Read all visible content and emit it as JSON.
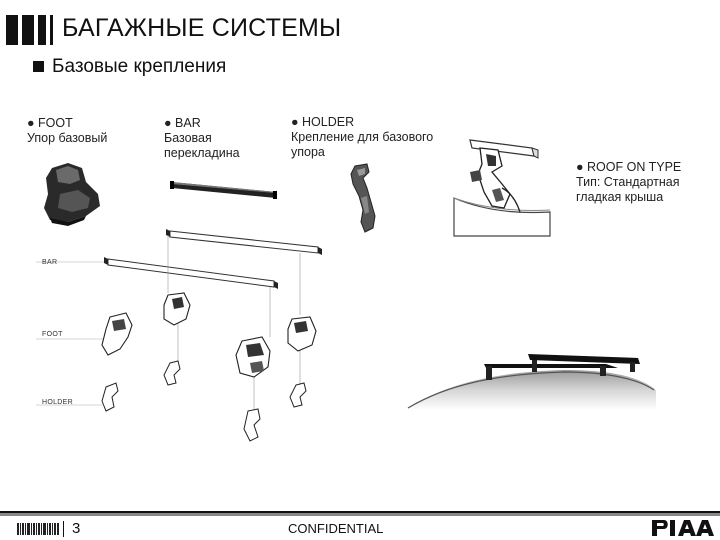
{
  "header": {
    "title": "БАГАЖНЫЕ СИСТЕМЫ",
    "subtitle": "Базовые крепления"
  },
  "components": [
    {
      "name": "● FOOT",
      "desc_lines": [
        "Упор базовый"
      ]
    },
    {
      "name": "● BAR",
      "desc_lines": [
        "Базовая",
        "перекладина"
      ]
    },
    {
      "name": "● HOLDER",
      "desc_lines": [
        "Крепление для базового",
        "упора"
      ]
    },
    {
      "name": "● ROOF ON TYPE",
      "desc_lines": [
        "Тип: Стандартная",
        "гладкая крыша"
      ]
    }
  ],
  "diagram_labels": {
    "bar": "BAR",
    "foot": "FOOT",
    "holder": "HOLDER"
  },
  "footer": {
    "page_number": "3",
    "confidential": "CONFIDENTIAL",
    "logo": "PIAA"
  },
  "icons": [
    "title-bars-icon",
    "subtitle-bullet-icon",
    "barcode-icon",
    "piaa-logo"
  ]
}
